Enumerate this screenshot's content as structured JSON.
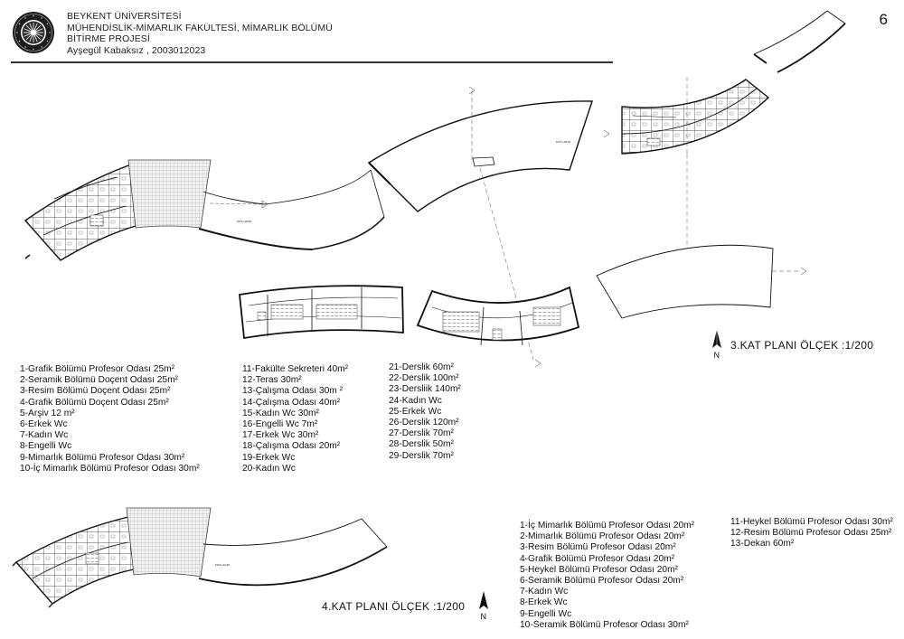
{
  "header": {
    "line1": "BEYKENT ÜNİVERSİTESİ",
    "line2": "MÜHENDİSLİK-MİMARLIK FAKÜLTESİ, MİMARLIK BÖLÜMÜ",
    "line3": "BİTİRME PROJESİ",
    "line4": "Ayşegül Kabaksız , 2003012023"
  },
  "page_number": "6",
  "plans": {
    "kat3_title": "3.KAT PLANI ÖLÇEK :1/200",
    "kat4_title": "4.KAT PLANI ÖLÇEK :1/200",
    "north": "N"
  },
  "legend3": {
    "col1": [
      "1-Grafik Bölümü Profesor Odası 25m²",
      "2-Seramik Bölümü Doçent Odası 25m²",
      "3-Resim Bölümü Doçent Odası  25m²",
      "4-Grafik Bölümü Doçent Odası  25m²",
      "5-Arşiv 12 m²",
      "6-Erkek Wc",
      "7-Kadın Wc",
      "8-Engelli Wc",
      "9-Mimarlık Bölümü Profesor Odası 30m²",
      "10-İç Mimarlık Bölümü Profesor Odası 30m²"
    ],
    "col2": [
      "11-Fakülte Sekreteri 40m²",
      "12-Teras 30m²",
      "13-Çalışma Odası 30m ²",
      "14-Çalışma Odası 40m²",
      "15-Kadın Wc 30m²",
      "16-Engelli Wc 7m²",
      "17-Erkek Wc 30m²",
      "18-Çalışma Odası 20m²",
      "19-Erkek Wc",
      "20-Kadın Wc"
    ],
    "col3": [
      "21-Derslik 60m²",
      "22-Derslik 100m²",
      "23-Dersliik 140m²",
      "24-Kadın Wc",
      "25-Erkek Wc",
      "26-Derslik 120m²",
      "27-Derslik 70m²",
      "28-Derslik 50m²",
      "29-Derslik 70m²"
    ]
  },
  "legend4": {
    "col1": [
      "1-İç Mimarlık Bölümü Profesor Odası 20m²",
      "2-Mimarlık Bölümü Profesor Odası 20m²",
      "3-Resim Bölümü Profesor Odası  20m²",
      "4-Grafik Bölümü Profesor Odası 20m²",
      "5-Heykel Bölümü Profesor Odası 20m²",
      "6-Seramik Bölümü Profesor Odası 20m²",
      "7-Kadın Wc",
      "8-Erkek Wc",
      "9-Engelli Wc",
      "10-Seramik Bölümü Profesor Odası 30m²"
    ],
    "col2": [
      "11-Heykel Bölümü Profesor Odası 30m²",
      "12-Resim Bölümü Profesor Odası 25m²",
      "13-Dekan 60m²"
    ]
  }
}
